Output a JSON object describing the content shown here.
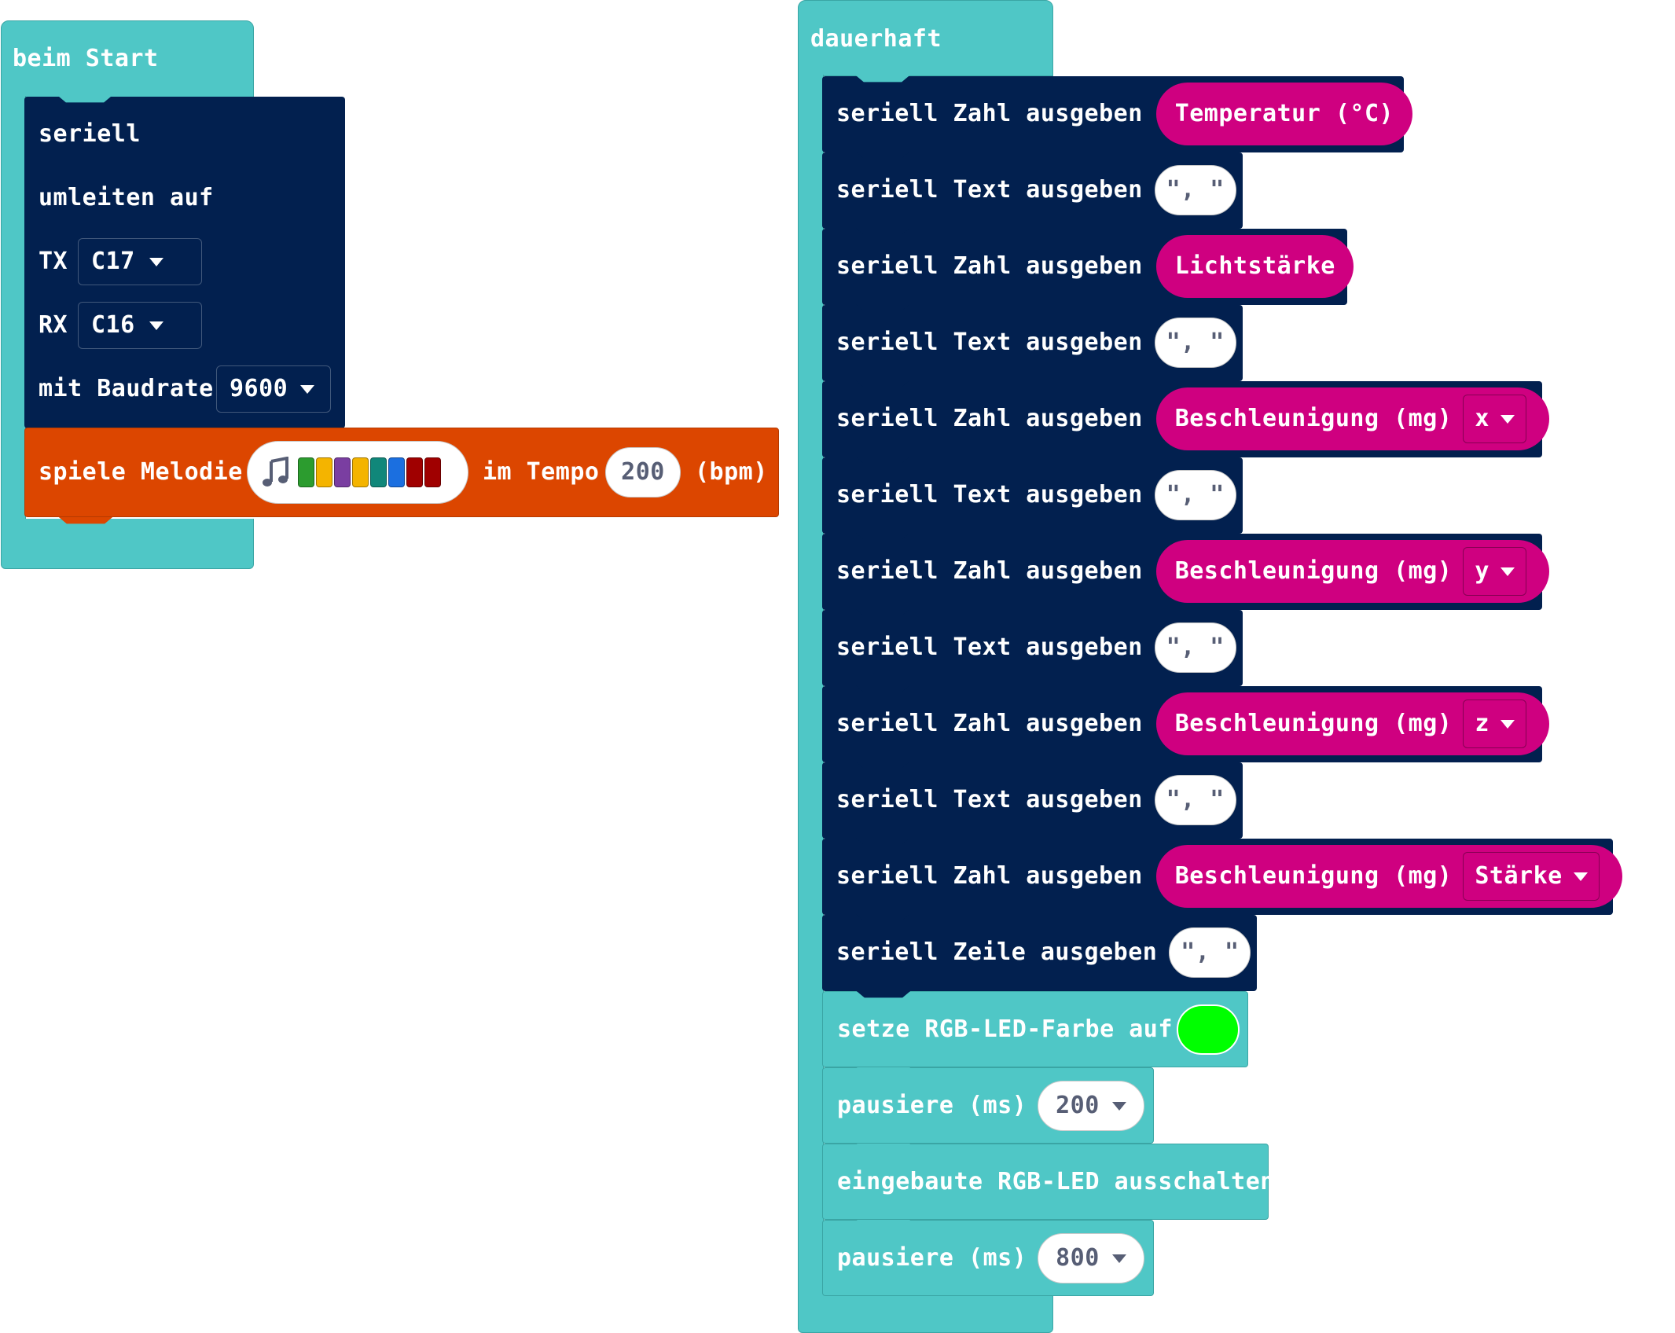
{
  "start_event": {
    "label": "beim Start",
    "serial_redirect": {
      "label_line1": "seriell",
      "label_line2": "umleiten auf",
      "tx_label": "TX",
      "tx_value": "C17",
      "rx_label": "RX",
      "rx_value": "C16",
      "baud_label": "mit Baudrate",
      "baud_value": "9600"
    },
    "play_melody": {
      "label": "spiele Melodie",
      "tempo_label": "im Tempo",
      "tempo_value": "200",
      "unit": "(bpm)",
      "note_icon": "music-note-icon",
      "note_colors": [
        "#2c9c2f",
        "#f4b400",
        "#7a3ea1",
        "#f4b400",
        "#10877a",
        "#1b6fe0",
        "#a00000",
        "#a00000"
      ]
    }
  },
  "forever_event": {
    "label": "dauerhaft",
    "statements": [
      {
        "text": "seriell Zahl ausgeben",
        "kind": "number",
        "reporter": "Temperatur (°C)"
      },
      {
        "text": "seriell Text ausgeben",
        "kind": "string",
        "value": "\", \""
      },
      {
        "text": "seriell Zahl ausgeben",
        "kind": "number",
        "reporter": "Lichtstärke"
      },
      {
        "text": "seriell Text ausgeben",
        "kind": "string",
        "value": "\", \""
      },
      {
        "text": "seriell Zahl ausgeben",
        "kind": "number",
        "reporter": "Beschleunigung (mg)",
        "option": "x"
      },
      {
        "text": "seriell Text ausgeben",
        "kind": "string",
        "value": "\", \""
      },
      {
        "text": "seriell Zahl ausgeben",
        "kind": "number",
        "reporter": "Beschleunigung (mg)",
        "option": "y"
      },
      {
        "text": "seriell Text ausgeben",
        "kind": "string",
        "value": "\", \""
      },
      {
        "text": "seriell Zahl ausgeben",
        "kind": "number",
        "reporter": "Beschleunigung (mg)",
        "option": "z"
      },
      {
        "text": "seriell Text ausgeben",
        "kind": "string",
        "value": "\", \""
      },
      {
        "text": "seriell Zahl ausgeben",
        "kind": "number",
        "reporter": "Beschleunigung (mg)",
        "option": "Stärke"
      },
      {
        "text": "seriell Zeile ausgeben",
        "kind": "string",
        "value": "\", \""
      },
      {
        "text": "setze RGB-LED-Farbe auf",
        "kind": "color",
        "color": "#00ff00"
      },
      {
        "text": "pausiere (ms)",
        "kind": "dropdown",
        "value": "200"
      },
      {
        "text": "eingebaute RGB-LED ausschalten",
        "kind": "plain"
      },
      {
        "text": "pausiere (ms)",
        "kind": "dropdown",
        "value": "800"
      }
    ]
  },
  "colors": {
    "event_teal": "#4fc7c6",
    "serial_navy": "#02204f",
    "music_orange": "#dc4600",
    "input_magenta": "#cf0080",
    "string_text": "#575e75"
  }
}
